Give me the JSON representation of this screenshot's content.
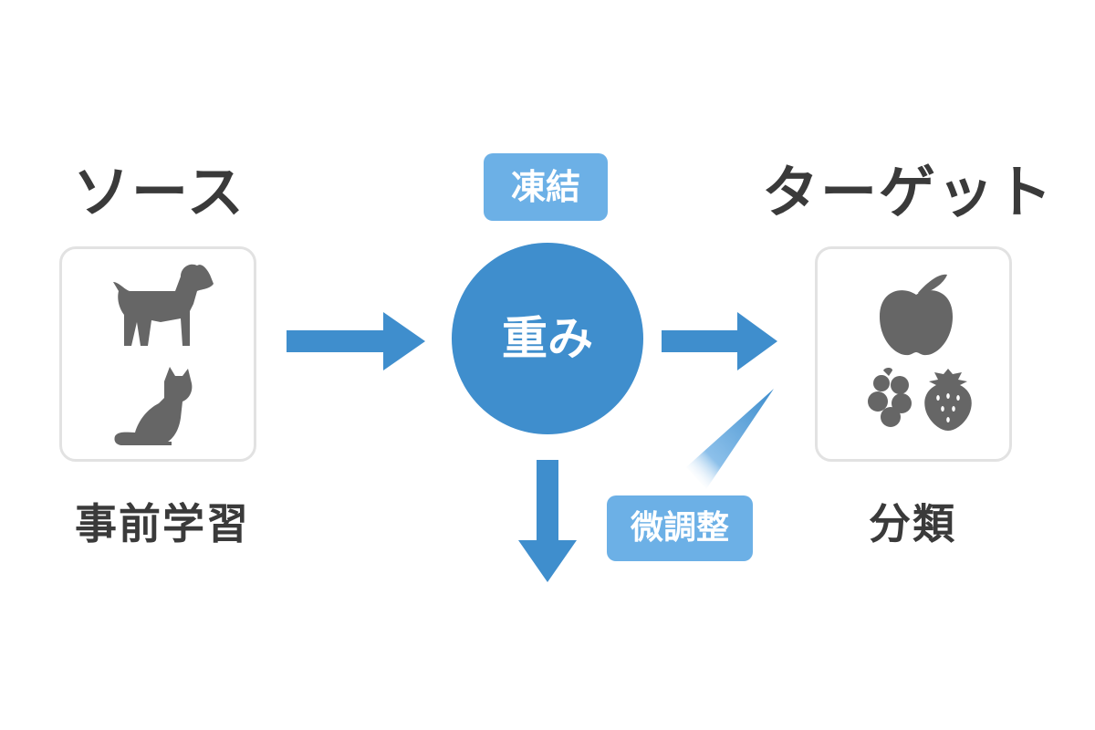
{
  "source": {
    "title": "ソース",
    "caption": "事前学習",
    "icons": [
      "dog-icon",
      "cat-icon"
    ]
  },
  "target": {
    "title": "ターゲット",
    "caption": "分類",
    "icons": [
      "apple-icon",
      "berries-icon",
      "strawberry-icon"
    ]
  },
  "center": {
    "node_label": "重み",
    "freeze_label": "凍結",
    "finetune_label": "微調整"
  },
  "colors": {
    "arrow": "#3f8ecd",
    "node": "#3f8ecd",
    "tag": "#6cb0e6",
    "icon": "#666666",
    "text": "#3a3a3a"
  }
}
